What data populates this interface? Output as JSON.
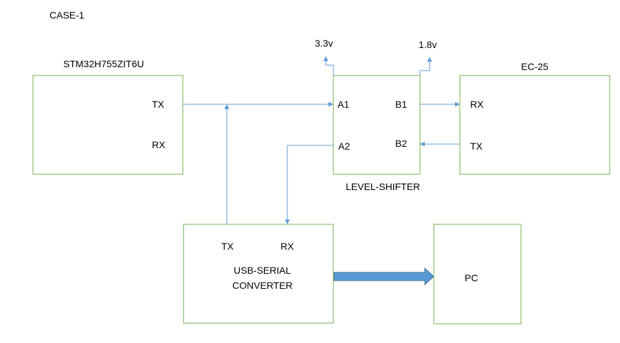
{
  "title": "CASE-1",
  "blocks": {
    "mcu": {
      "name": "STM32H755ZIT6U",
      "tx": "TX",
      "rx": "RX"
    },
    "level_shifter": {
      "name": "LEVEL-SHIFTER",
      "a1": "A1",
      "a2": "A2",
      "b1": "B1",
      "b2": "B2"
    },
    "ec25": {
      "name": "EC-25",
      "rx": "RX",
      "tx": "TX"
    },
    "usb_serial": {
      "line1": "USB-SERIAL",
      "line2": "CONVERTER",
      "tx": "TX",
      "rx": "RX"
    },
    "pc": {
      "name": "PC"
    }
  },
  "supplies": {
    "a_side": "3.3v",
    "b_side": "1.8v"
  },
  "colors": {
    "box_border": "#70ad47",
    "wire": "#5b9bd5",
    "arrow_outline": "#41719c"
  }
}
